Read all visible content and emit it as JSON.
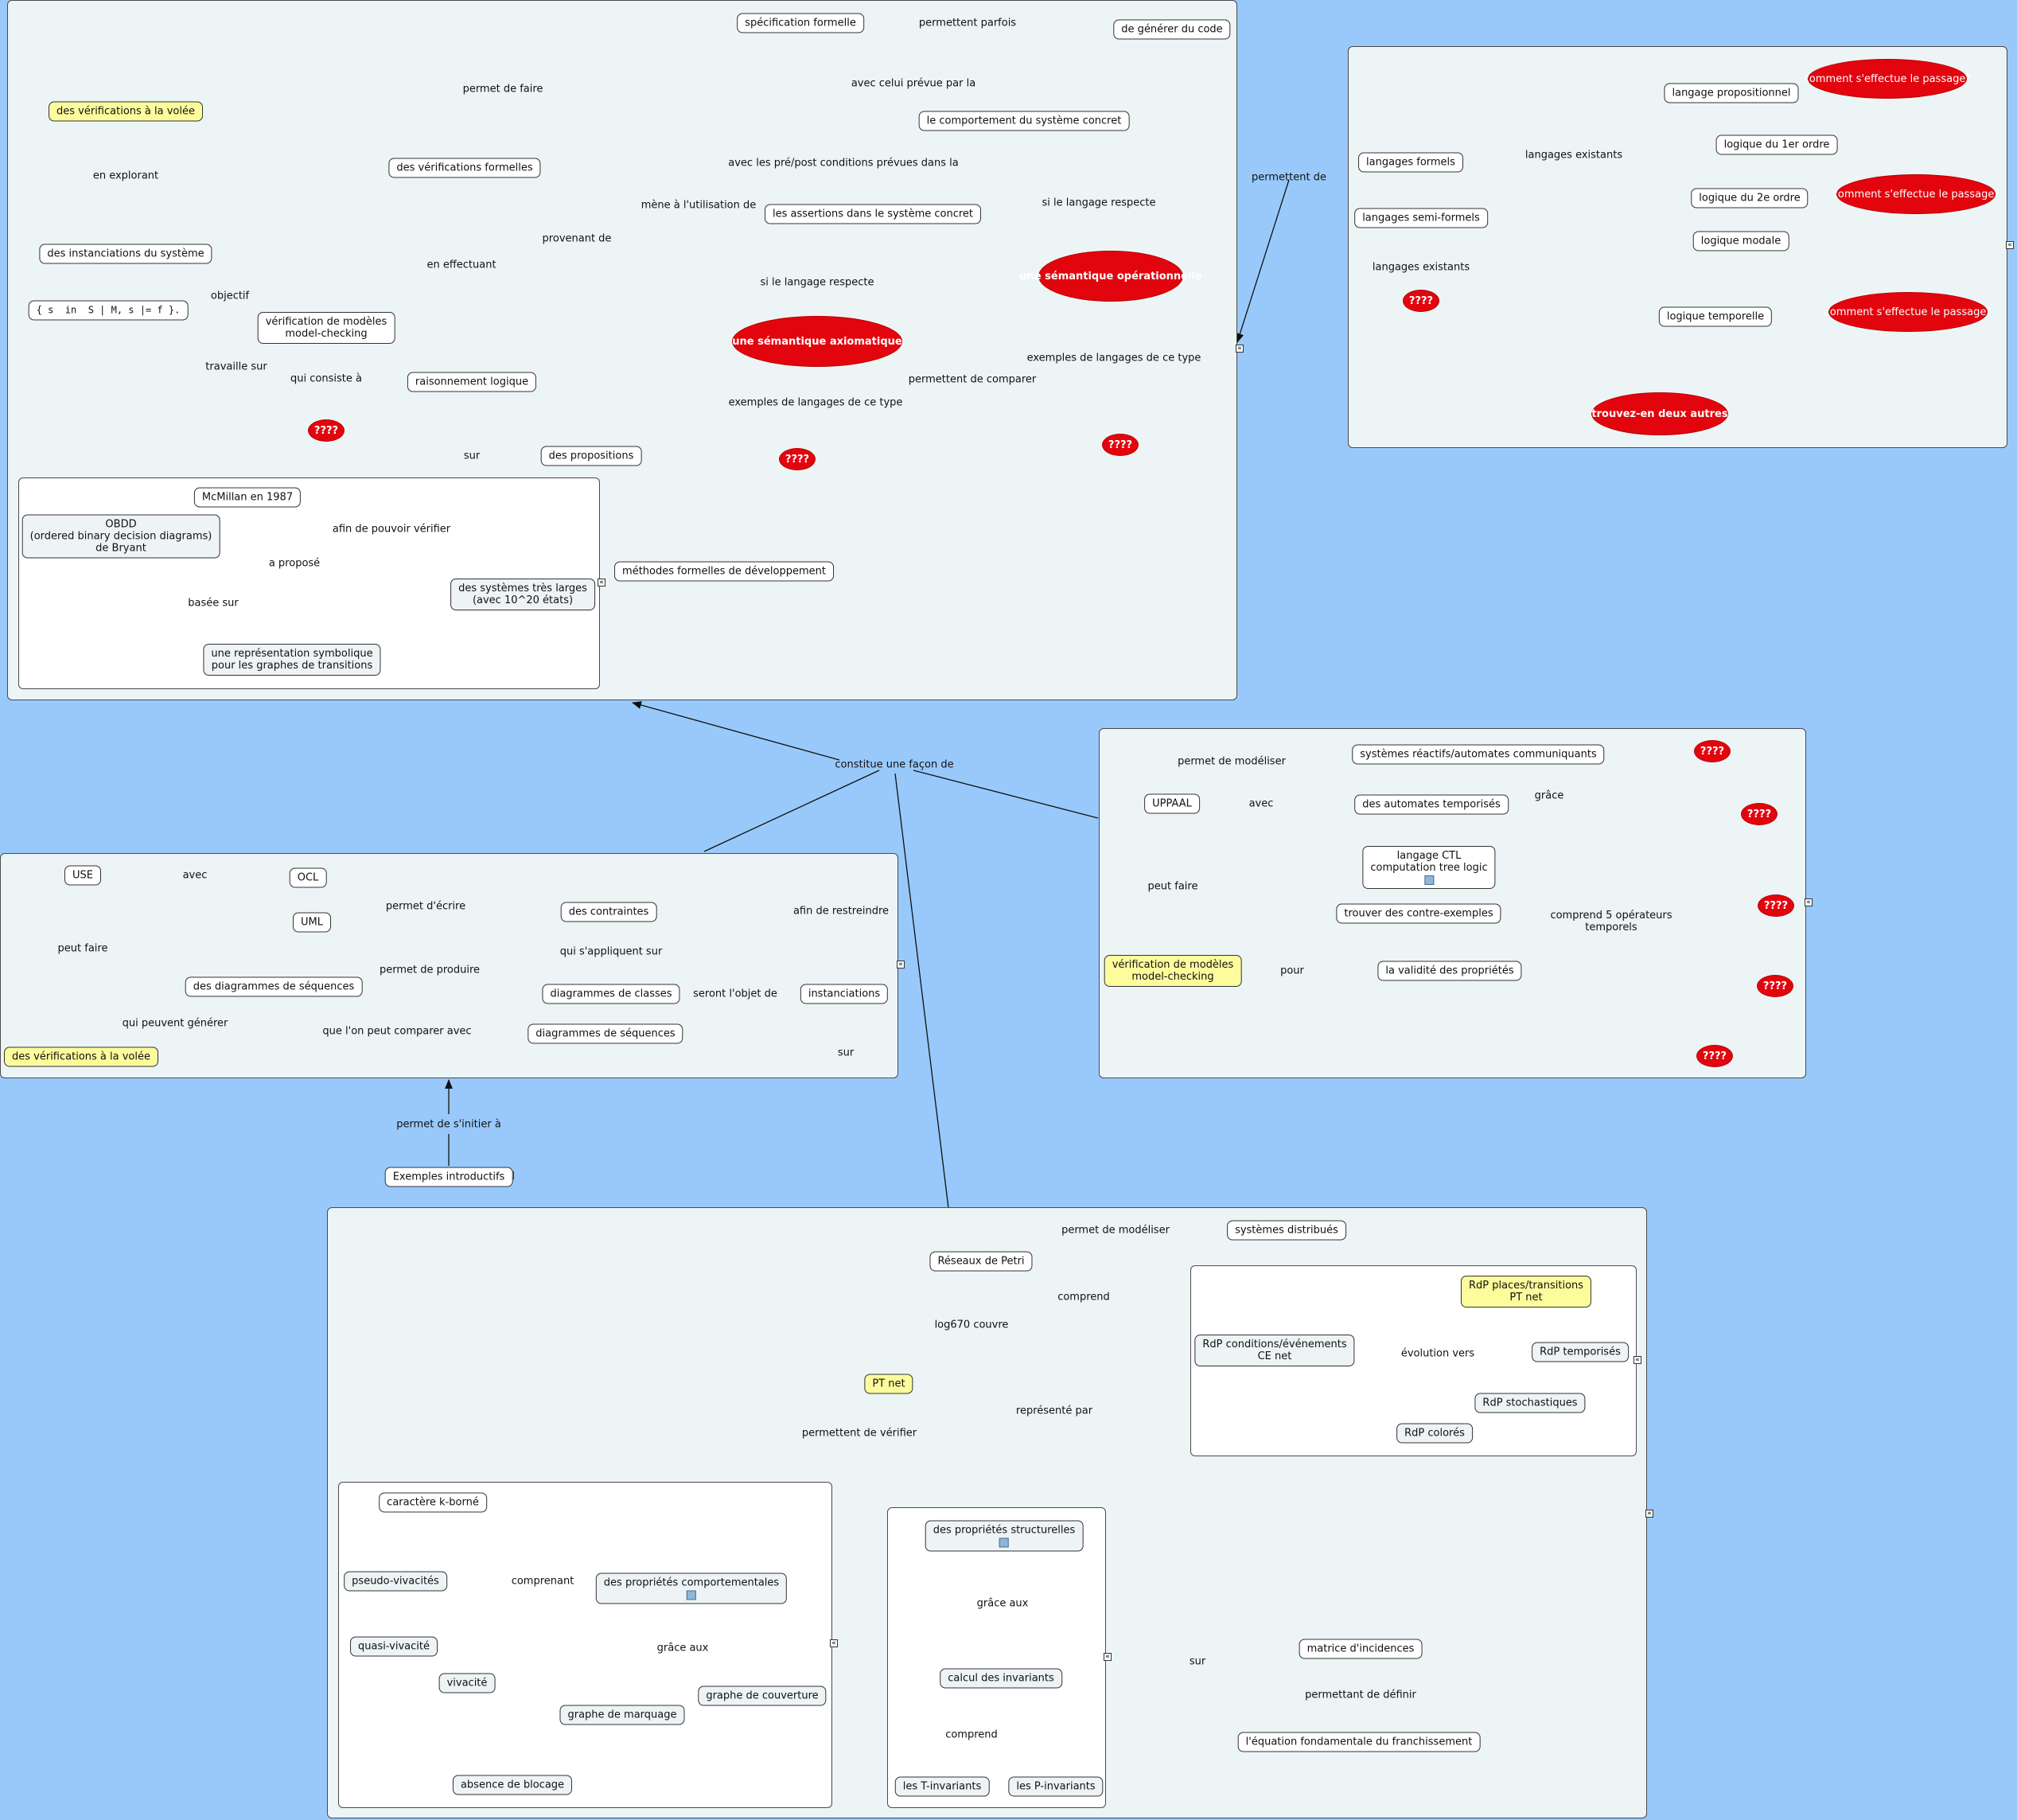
{
  "top": {
    "specification": "spécification formelle",
    "permettent_parfois": "permettent parfois",
    "generer_code": "de générer du code",
    "avec_celui": "avec celui prévue par la",
    "comportement": "le comportement du système concret",
    "permet_de_faire": "permet de faire",
    "verif_volee": "des vérifications à la volée",
    "verif_formelles": "des vérifications formelles",
    "en_explorant": "en explorant",
    "instanciations": "des instanciations du système",
    "avec_pre_post": "avec les pré/post conditions prévues dans la",
    "mene": "mène à l'utilisation de",
    "assertions": "les assertions dans le système concret",
    "si_respecte_1": "si le langage respecte",
    "si_respecte_2": "si le langage respecte",
    "sem_axiomatique": "une sémantique axiomatique",
    "sem_operationnelle": "une sémantique opérationnelle",
    "exemples_1": "exemples de langages de ce type",
    "exemples_2": "exemples de langages de ce type",
    "q1": "????",
    "q2": "????",
    "q3": "????",
    "provenant": "provenant de",
    "en_effectuant": "en effectuant",
    "objectif": "objectif",
    "formula": "{ s  in  S | M, s |= f }.",
    "verif_modeles": "vérification de modèles\nmodel-checking",
    "raisonnement": "raisonnement logique",
    "travaille_sur": "travaille sur",
    "qui_consiste": "qui consiste à",
    "sur": "sur",
    "propositions": "des propositions",
    "permettent_comparer": "permettent de comparer",
    "methodes": "méthodes formelles de développement",
    "mcmillan": "McMillan en 1987",
    "obdd": "OBDD\n(ordered binary decision diagrams)\nde Bryant",
    "afin_verifier": "afin de pouvoir vérifier",
    "a_propose": "a proposé",
    "systemes_larges": "des systèmes très larges\n(avec 10^20 états)",
    "basee_sur": "basée sur",
    "representation": "une représentation symbolique\npour les graphes de transitions"
  },
  "langs": {
    "permettent_de": "permettent de",
    "langages_formels": "langages formels",
    "langages_existants": "langages existants",
    "semi_formels": "langages semi-formels",
    "langages_existants_2": "langages existants",
    "q": "????",
    "propositionnel": "langage propositionnel",
    "ordre1": "logique du 1er ordre",
    "ordre2": "logique du 2e ordre",
    "modale": "logique modale",
    "temporelle": "logique temporelle",
    "comment": "comment s'effectue le passage?",
    "trouvez": "trouvez-en deux autres"
  },
  "center": {
    "constitue": "constitue une façon de"
  },
  "uml": {
    "use": "USE",
    "avec": "avec",
    "ocl": "OCL",
    "uml": "UML",
    "permet_ecrire": "permet d'écrire",
    "contraintes": "des contraintes",
    "afin_restreindre": "afin de restreindre",
    "qui_appliquent": "qui s'appliquent sur",
    "permet_produire": "permet de produire",
    "diag_classes": "diagrammes de classes",
    "seront_objet": "seront l'objet de",
    "instanciations": "instanciations",
    "diag_seq_1": "des diagrammes de séquences",
    "diag_seq_2": "diagrammes de séquences",
    "que_comparer": "que l'on peut comparer avec",
    "peut_faire": "peut faire",
    "qui_generer": "qui peuvent générer",
    "verif_volee": "des vérifications à la volée",
    "sur": "sur",
    "permet_initier": "permet de s'initier à",
    "exemples": "Exemples introductifs"
  },
  "uppaal": {
    "uppaal": "UPPAAL",
    "permet_modeliser": "permet de modéliser",
    "systemes_reactifs": "systèmes réactifs/automates communiquants",
    "avec": "avec",
    "automates": "des automates temporisés",
    "grace": "grâce",
    "ctl": "langage CTL\ncomputation tree logic",
    "peut_faire": "peut faire",
    "contre_exemples": "trouver des contre-exemples",
    "comprend": "comprend 5 opérateurs\ntemporels",
    "verif_modeles": "vérification de modèles\nmodel-checking",
    "pour": "pour",
    "validite": "la validité des propriétés",
    "q": "????"
  },
  "petri": {
    "reseaux": "Réseaux de Petri",
    "permet_modeliser": "permet de modéliser",
    "distribues": "systèmes distribués",
    "comprend": "comprend",
    "log670": "log670 couvre",
    "rdp_pt": "RdP places/transitions\nPT net",
    "rdp_ce": "RdP conditions/événements\nCE net",
    "evolution": "évolution vers",
    "rdp_temp": "RdP temporisés",
    "rdp_stoch": "RdP stochastiques",
    "rdp_colores": "RdP colorés",
    "pt_net": "PT net",
    "represente": "représenté par",
    "permettent_verifier": "permettent de vérifier",
    "k_borne": "caractère k-borné",
    "pseudo": "pseudo-vivacités",
    "comprenant": "comprenant",
    "comportementales": "des propriétés comportementales",
    "quasi": "quasi-vivacité",
    "vivacite": "vivacité",
    "grace_aux_1": "grâce aux",
    "graphe_marquage": "graphe de marquage",
    "graphe_couverture": "graphe de couverture",
    "absence": "absence de blocage",
    "structurelles": "des propriétés structurelles",
    "grace_aux_2": "grâce aux",
    "calcul": "calcul des invariants",
    "sur": "sur",
    "matrice": "matrice d'incidences",
    "permettant_definir": "permettant de définir",
    "equation": "l'équation fondamentale du franchissement",
    "comprend_2": "comprend",
    "t_inv": "les T-invariants",
    "p_inv": "les P-invariants"
  },
  "colors": {
    "background": "#99c9fb",
    "panel": "#edf4f5",
    "highlight": "#fcfc9c",
    "red": "#e3050e",
    "blue_link": "#0000cc"
  }
}
